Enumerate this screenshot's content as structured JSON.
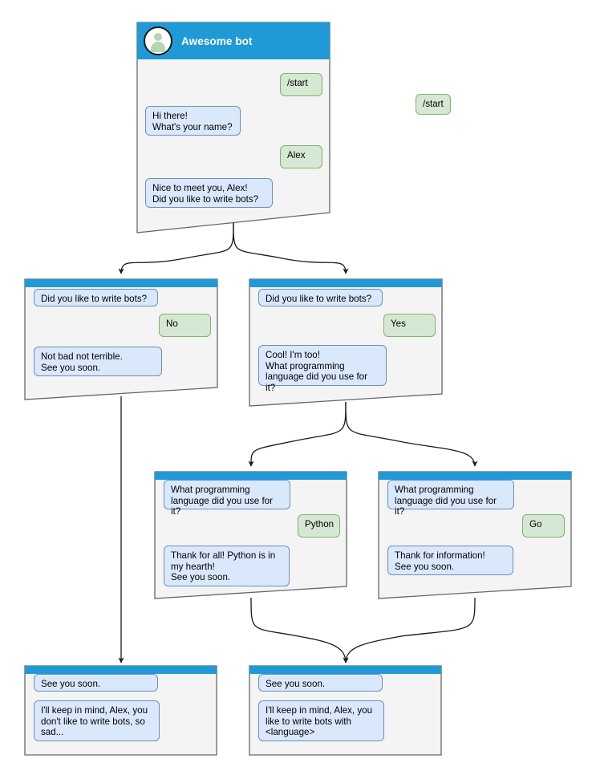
{
  "diagram": {
    "type": "bot-conversation-flowchart",
    "colors": {
      "header_blue": "#1f9ad6",
      "card_bg": "#f4f4f4",
      "card_border": "#666666",
      "bot_bubble_bg": "#dae8fc",
      "bot_bubble_border": "#6c8ebf",
      "user_bubble_bg": "#d5e8d4",
      "user_bubble_border": "#82b366",
      "edge": "#1a1a1a"
    }
  },
  "cards": [
    {
      "id": "start",
      "title": "Awesome bot",
      "avatar_icon": "person-avatar-icon",
      "messages": [
        {
          "sender": "user",
          "text": "/start"
        },
        {
          "sender": "bot",
          "text": "Hi there!\nWhat's your name?"
        },
        {
          "sender": "user",
          "text": "Alex"
        },
        {
          "sender": "bot",
          "text": "Nice to meet you, Alex!\nDid you like to write bots?"
        }
      ]
    },
    {
      "id": "answer-no",
      "messages": [
        {
          "sender": "bot",
          "text": "Did you like to write bots?"
        },
        {
          "sender": "user",
          "text": "No"
        },
        {
          "sender": "bot",
          "text": "Not bad not terrible.\nSee you soon."
        }
      ]
    },
    {
      "id": "answer-yes",
      "messages": [
        {
          "sender": "bot",
          "text": "Did you like to write bots?"
        },
        {
          "sender": "user",
          "text": "Yes"
        },
        {
          "sender": "bot",
          "text": "Cool! I'm too!\nWhat programming\nlanguage did you use for it?"
        }
      ]
    },
    {
      "id": "language-python",
      "messages": [
        {
          "sender": "bot",
          "text": "What programming\nlanguage did you use for it?"
        },
        {
          "sender": "user",
          "text": "Python"
        },
        {
          "sender": "bot",
          "text": "Thank for all! Python is in\nmy hearth!\nSee you soon."
        }
      ]
    },
    {
      "id": "language-go",
      "messages": [
        {
          "sender": "bot",
          "text": "What programming\nlanguage did you use for it?"
        },
        {
          "sender": "user",
          "text": "Go"
        },
        {
          "sender": "bot",
          "text": "Thank for information!\nSee you soon."
        }
      ]
    },
    {
      "id": "end-sad",
      "messages": [
        {
          "sender": "bot",
          "text": "See you soon."
        },
        {
          "sender": "bot",
          "text": "I'll keep in mind, Alex, you\ndon't like to write bots, so\nsad..."
        }
      ]
    },
    {
      "id": "end-happy",
      "messages": [
        {
          "sender": "bot",
          "text": "See you soon."
        },
        {
          "sender": "bot",
          "text": "I'll keep in mind, Alex, you\nlike to write bots with\n<language>"
        }
      ]
    }
  ],
  "labels": {
    "start_title": "Awesome bot",
    "m_start": "/start",
    "m_hi": "Hi there!\nWhat's your name?",
    "m_alex": "Alex",
    "m_nice": "Nice to meet you, Alex!\nDid you like to write bots?",
    "m_didyou": "Did you like to write bots?",
    "m_no": "No",
    "m_notbad": "Not bad not terrible.\nSee you soon.",
    "m_yes": "Yes",
    "m_cool": "Cool! I'm too!\nWhat programming\nlanguage did you use for it?",
    "m_whatlang": "What programming\nlanguage did you use for it?",
    "m_python": "Python",
    "m_thankall": "Thank for all! Python is in\nmy hearth!\nSee you soon.",
    "m_go": "Go",
    "m_thankinfo": "Thank for information!\nSee you soon.",
    "m_seeyou": "See you soon.",
    "m_sad": "I'll keep in mind, Alex, you\ndon't like to write bots, so\nsad...",
    "m_happy": "I'll keep in mind, Alex, you\nlike to write bots with\n<language>"
  }
}
